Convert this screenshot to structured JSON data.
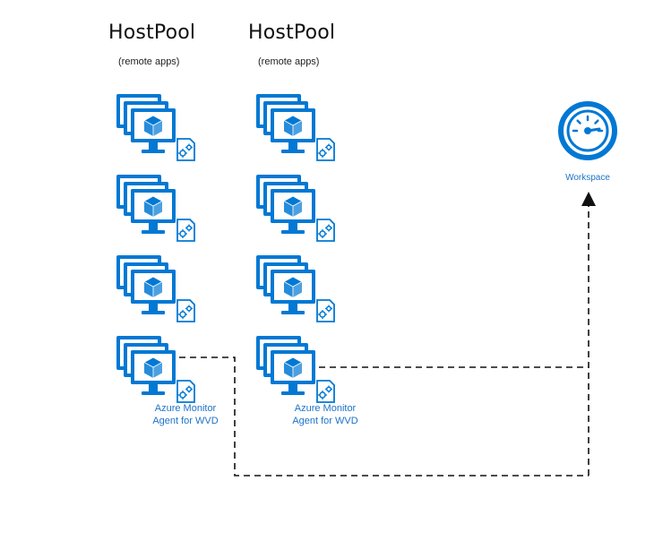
{
  "pools": [
    {
      "title": "HostPool",
      "subtitle": "(remote apps)",
      "vms": [
        {
          "icon": "virtual-machine-icon"
        },
        {
          "icon": "virtual-machine-icon"
        },
        {
          "icon": "virtual-machine-icon"
        },
        {
          "icon": "virtual-machine-icon"
        }
      ],
      "agent_label_line1": "Azure Monitor",
      "agent_label_line2": "Agent for WVD"
    },
    {
      "title": "HostPool",
      "subtitle": "(remote apps)",
      "vms": [
        {
          "icon": "virtual-machine-icon"
        },
        {
          "icon": "virtual-machine-icon"
        },
        {
          "icon": "virtual-machine-icon"
        },
        {
          "icon": "virtual-machine-icon"
        }
      ],
      "agent_label_line1": "Azure Monitor",
      "agent_label_line2": "Agent for WVD"
    }
  ],
  "workspace": {
    "label": "Workspace",
    "icon": "gauge-icon"
  },
  "colors": {
    "primary_blue": "#0078d4",
    "label_blue": "#1e73c8",
    "connector": "#111111"
  }
}
